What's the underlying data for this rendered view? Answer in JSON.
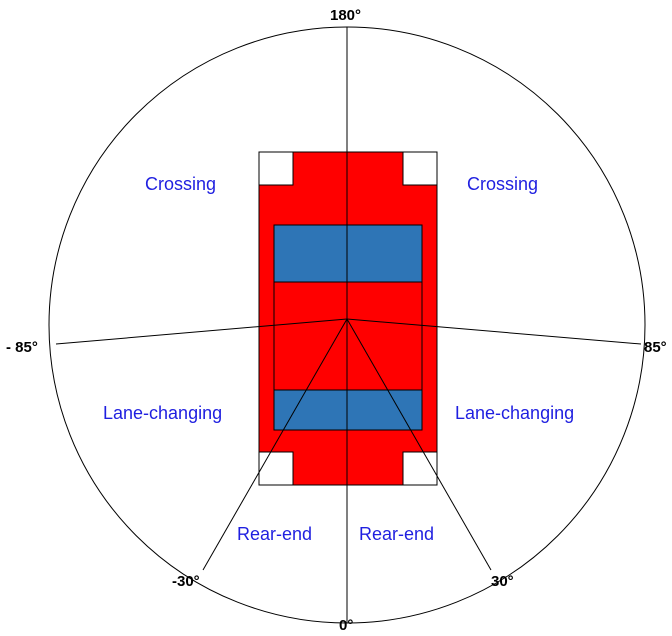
{
  "angle_labels": {
    "top": "180°",
    "right": "85°",
    "left": "- 85°",
    "bottom": "0°",
    "bottom_left": "-30°",
    "bottom_right": "30°"
  },
  "regions": {
    "crossing_left": "Crossing",
    "crossing_right": "Crossing",
    "lane_left": "Lane-changing",
    "lane_right": "Lane-changing",
    "rear_left": "Rear-end",
    "rear_right": "Rear-end"
  },
  "colors": {
    "vehicle_body": "#ff0000",
    "windows": "#2e75b6",
    "region_text": "#1f1fe0",
    "lines": "#000000"
  }
}
